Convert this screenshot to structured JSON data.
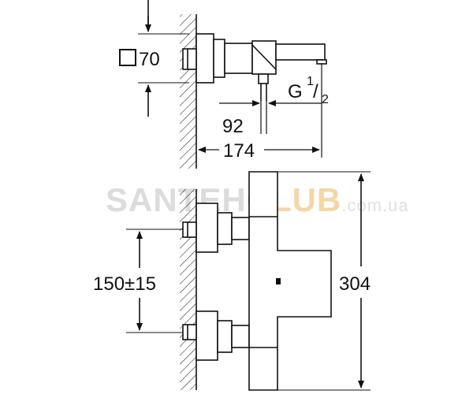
{
  "dimensions": {
    "square_size": "70",
    "thread_main": "G",
    "thread_sup": "1",
    "thread_slash": "/",
    "thread_sub": "2",
    "spout_offset": "92",
    "total_depth": "174",
    "inlet_spacing": "150±15",
    "total_height": "304"
  },
  "watermark": {
    "brand_part1": "SANTEH",
    "brand_part2": "CLUB",
    "domain_suffix": ".com.ua"
  },
  "colors": {
    "line": "#111111",
    "watermark_grey": "#d9d9d9",
    "watermark_accent": "#f5d9a8"
  },
  "icons": {
    "square_symbol": "square-outline-icon"
  }
}
